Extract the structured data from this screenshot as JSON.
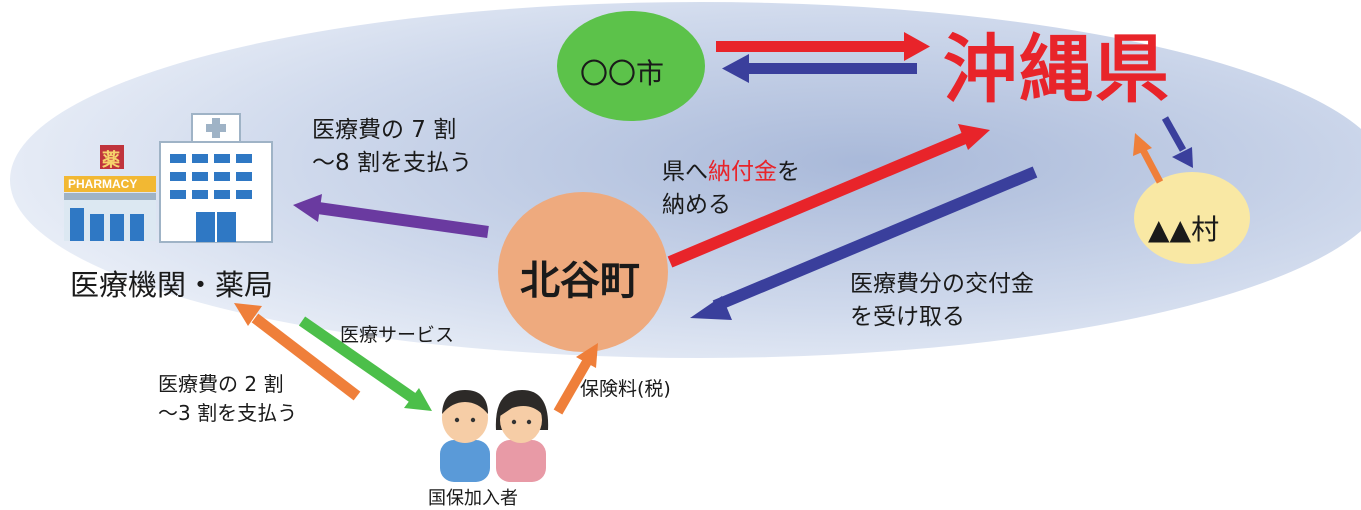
{
  "nodes": {
    "city": "〇〇市",
    "prefecture": "沖縄県",
    "village": "▲▲村",
    "town": "北谷町",
    "medical": "医療機関・薬局",
    "insured": "国保加入者"
  },
  "pharmacy_sign": "PHARMACY",
  "pharmacy_kanji": "薬",
  "labels": {
    "pay_7_8_line1": "医療費の 7 割",
    "pay_7_8_line2": "～8 割を支払う",
    "pay_to_pref_line1_a": "県へ",
    "pay_to_pref_line1_b": "納付金",
    "pay_to_pref_line1_c": "を",
    "pay_to_pref_line2": "納める",
    "grant_line1": "医療費分の交付金",
    "grant_line2": "を受け取る",
    "medical_service": "医療サービス",
    "pay_2_3_line1": "医療費の 2 割",
    "pay_2_3_line2": "～3 割を支払う",
    "premium": "保険料(税)"
  },
  "colors": {
    "red_arrow": "#e8242a",
    "blue_arrow": "#3a3f9c",
    "purple_arrow": "#6a3aa0",
    "orange_arrow": "#ef7f3a",
    "green_arrow": "#4cbf4a",
    "city_circle": "#5cc24a",
    "town_circle": "#eeaa7e",
    "village_circle": "#f9e8a4",
    "prefecture_text": "#e8242a"
  }
}
